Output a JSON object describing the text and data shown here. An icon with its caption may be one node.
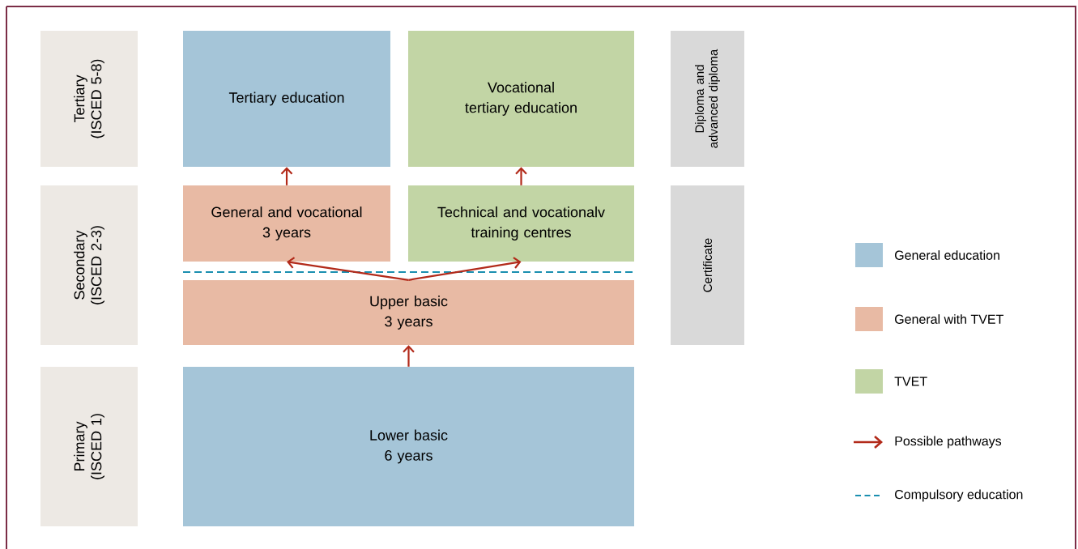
{
  "diagram": {
    "nodes": [
      {
        "text": [
          "Tertiary (ISCED 5-8)"
        ]
      },
      {
        "text": [
          "Tertiary education"
        ]
      },
      {
        "text": [
          "Vocational tertiary education"
        ]
      },
      {
        "text": [
          "Diploma and advanced diploma"
        ]
      },
      {
        "text": [
          "Secondary (ISCED 2-3)"
        ]
      },
      {
        "text": [
          "General and vocational",
          "3 years"
        ]
      },
      {
        "text": [
          "Technical and vocationalv training centres"
        ]
      },
      {
        "text": [
          "Certificate"
        ]
      },
      {
        "text": [
          "Upper basic",
          "3 years"
        ]
      },
      {
        "text": [
          "Primary (ISCED 1)"
        ]
      },
      {
        "text": [
          "Lower basic",
          "6 years"
        ]
      }
    ],
    "edges": [
      {
        "from": 10,
        "to": 8,
        "arrow": "to"
      },
      {
        "from": 8,
        "to": 5,
        "arrow": "to"
      },
      {
        "from": 8,
        "to": 6,
        "arrow": "to"
      },
      {
        "from": 5,
        "to": 1,
        "arrow": "to"
      },
      {
        "from": 6,
        "to": 2,
        "arrow": "to"
      }
    ],
    "legend": [
      {
        "text": "General education",
        "color": "#a5c5d8"
      },
      {
        "text": "General with TVET",
        "color": "#e8baa4"
      },
      {
        "text": "TVET",
        "color": "#c2d5a5"
      },
      {
        "text": "Possible pathways"
      },
      {
        "text": "Compulsory education"
      }
    ]
  }
}
